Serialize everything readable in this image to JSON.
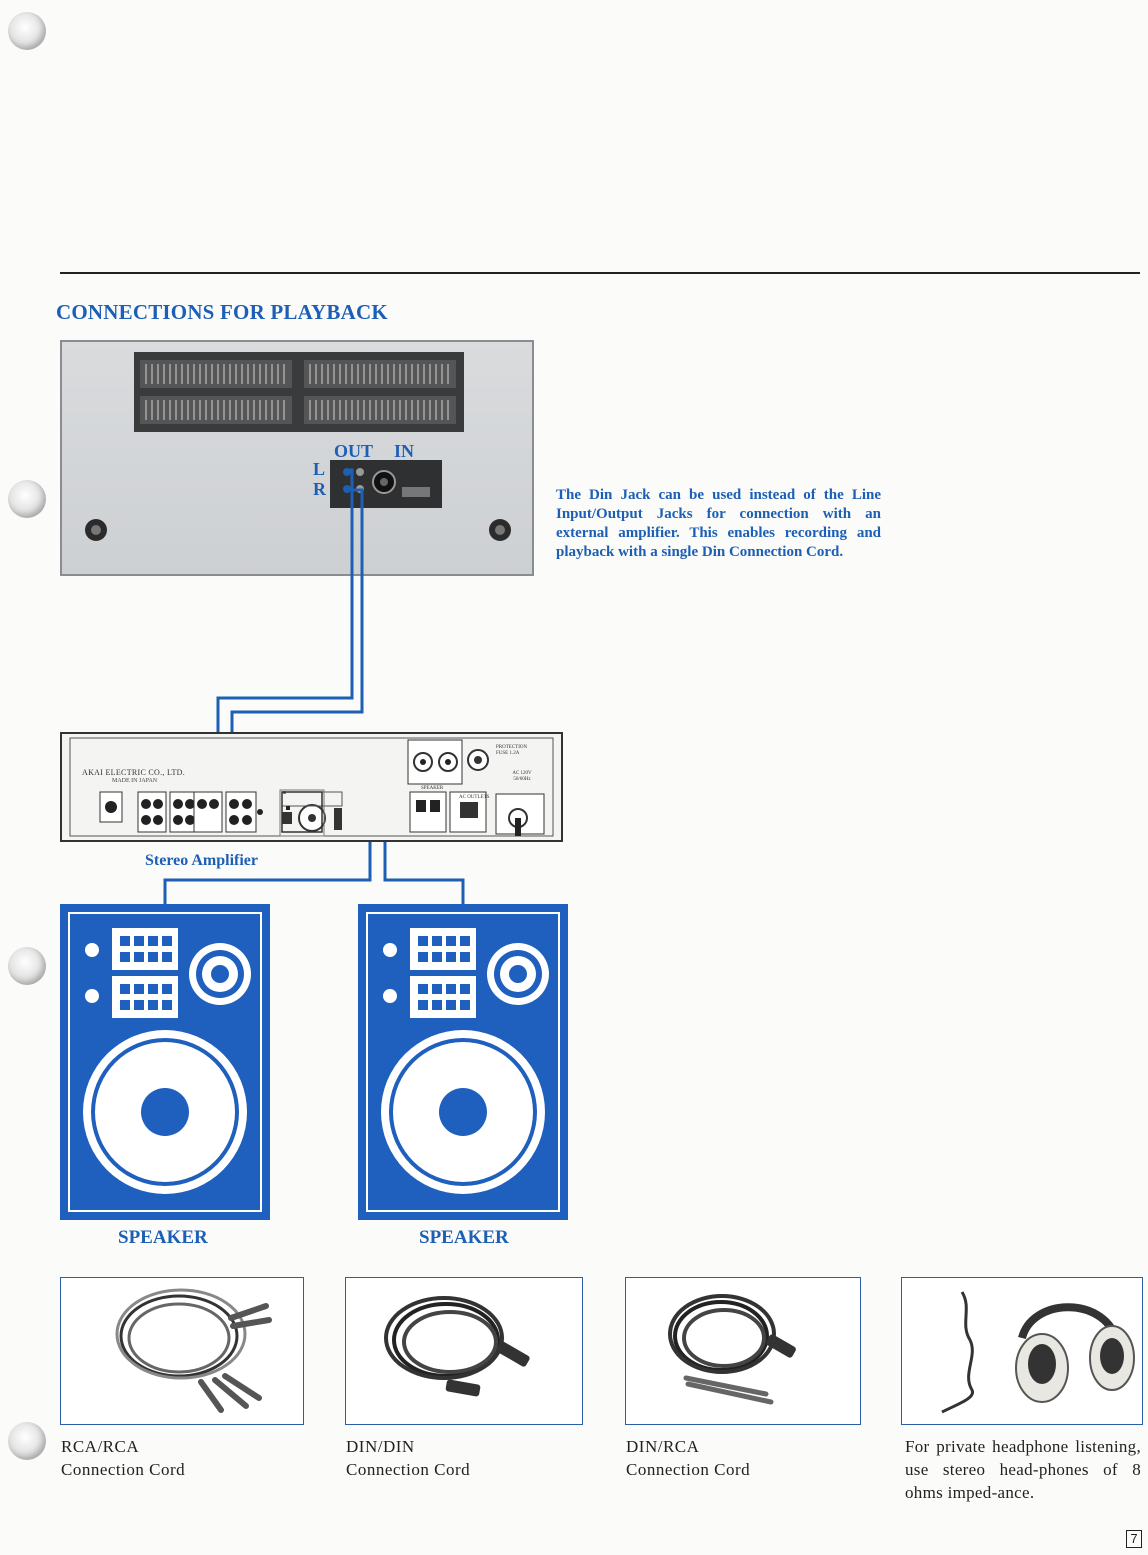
{
  "section_title": "CONNECTIONS FOR PLAYBACK",
  "description": "The Din Jack can be used instead of the Line Input/Output Jacks for connection with an external amplifier. This enables recording and playback with a single Din Connection Cord.",
  "deck_labels": {
    "out": "OUT",
    "in": "IN",
    "left": "L",
    "right": "R"
  },
  "amplifier": {
    "label": "Stereo Amplifier",
    "brand_plate": "AKAI ELECTRIC CO., LTD.",
    "plate_sub": "MADE IN JAPAN",
    "protection": "PROTECTION FUSE 1.2A",
    "ac": "AC 120V 50/60Hz",
    "speaker": "SPEAKER",
    "ac_outlets": "AC OUTLETS"
  },
  "speakers": [
    {
      "label": "SPEAKER"
    },
    {
      "label": "SPEAKER"
    }
  ],
  "cords": [
    {
      "line1": "RCA/RCA",
      "line2": "Connection Cord"
    },
    {
      "line1": "DIN/DIN",
      "line2": "Connection Cord"
    },
    {
      "line1": "DIN/RCA",
      "line2": "Connection Cord"
    }
  ],
  "headphone_text": "For private headphone listening, use stereo head-phones of 8 ohms imped-ance.",
  "page_number": "7",
  "colors": {
    "accent_blue": "#1c5fb5",
    "speaker_blue": "#1f5fbd"
  }
}
